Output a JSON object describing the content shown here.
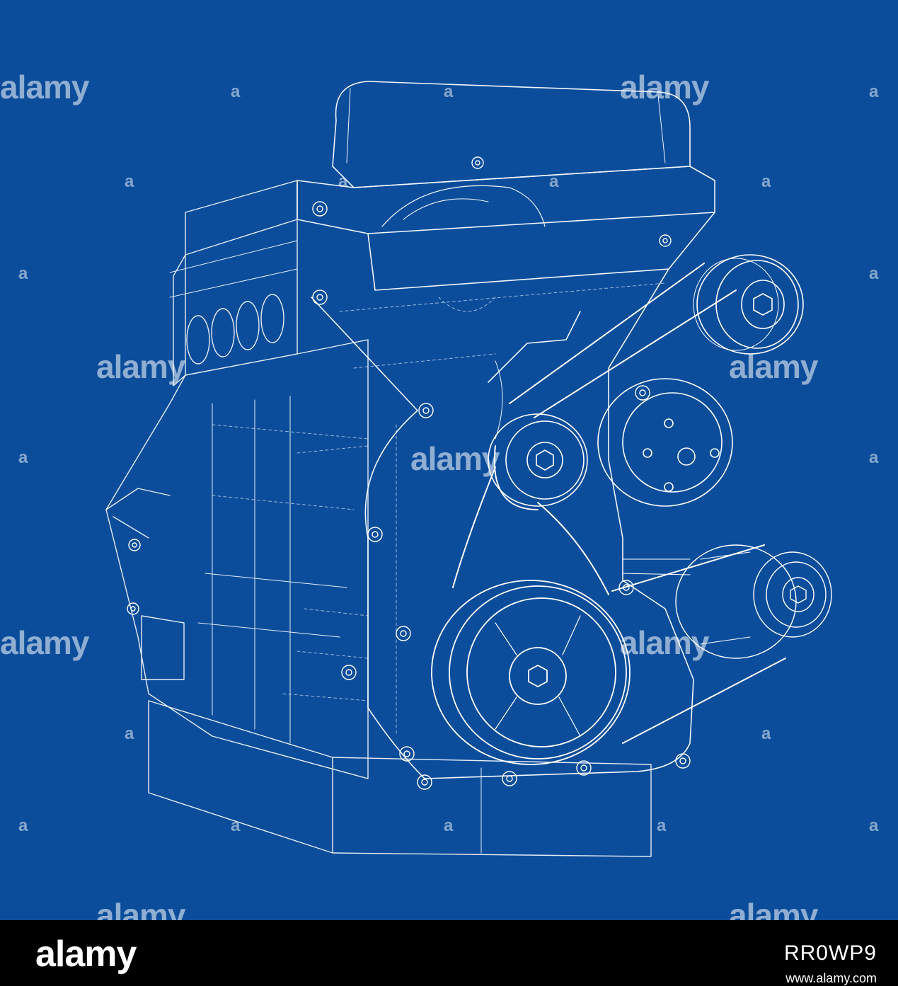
{
  "image": {
    "background_color": "#0b4d9b",
    "line_color": "#ffffff",
    "subject": "engine-wireframe-blueprint"
  },
  "watermark": {
    "text": "alamy",
    "small_text": "a"
  },
  "footer": {
    "logo": "alamy",
    "image_id": "RR0WP9",
    "url": "www.alamy.com"
  }
}
